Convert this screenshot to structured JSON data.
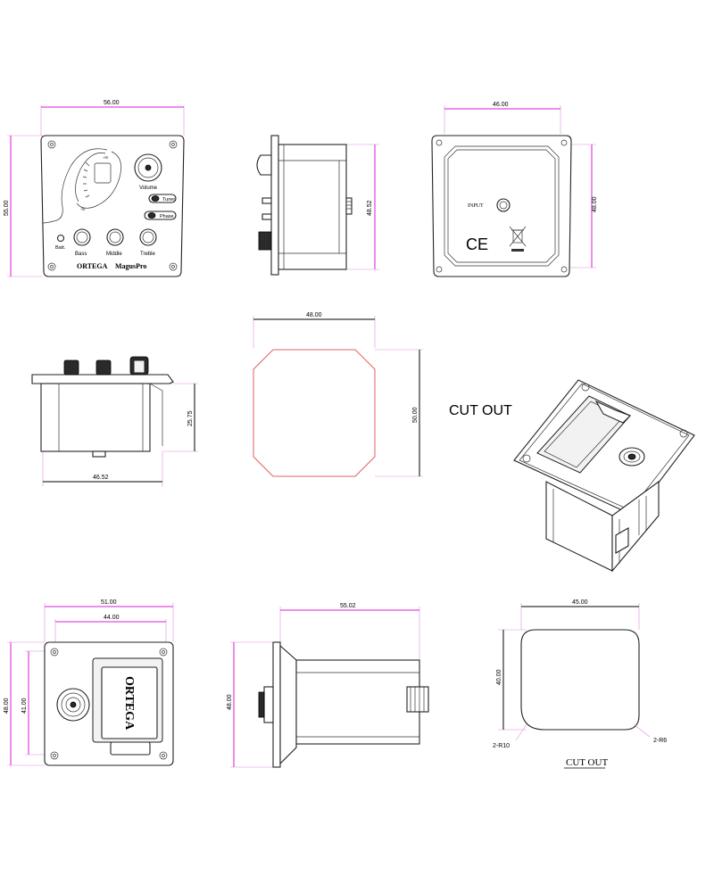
{
  "dimensions": {
    "front_width": "56.00",
    "front_height": "55.00",
    "side_depth": "48.52",
    "back_width": "46.00",
    "back_height": "48.00",
    "bottom_width": "46.52",
    "bottom_height": "25.75",
    "cutout_width": "48.00",
    "cutout_height": "50.00",
    "battery_outer_width": "51.00",
    "battery_inner_width": "44.00",
    "battery_outer_height": "48.00",
    "battery_inner_height": "41.00",
    "battery_side_height": "48.00",
    "battery_side_depth": "55.02",
    "battery_cut_width": "45.00",
    "battery_cut_height": "40.00",
    "radius_left": "2-R10",
    "radius_right": "2-R6"
  },
  "front_panel": {
    "volume_label": "Volume",
    "tuner_label": "Tuner",
    "phase_label": "Phase",
    "batt_label": "Batt.",
    "bass_label": "Bass",
    "middle_label": "Middle",
    "treble_label": "Treble",
    "brand": "ORTEGA",
    "model": "MagusPro"
  },
  "back_panel": {
    "input_label": "INPUT",
    "ce_mark": "CE"
  },
  "labels": {
    "cut_out_large": "CUT OUT",
    "cut_out_small": "CUT OUT"
  },
  "battery_box": {
    "brand": "ORTEGA"
  }
}
